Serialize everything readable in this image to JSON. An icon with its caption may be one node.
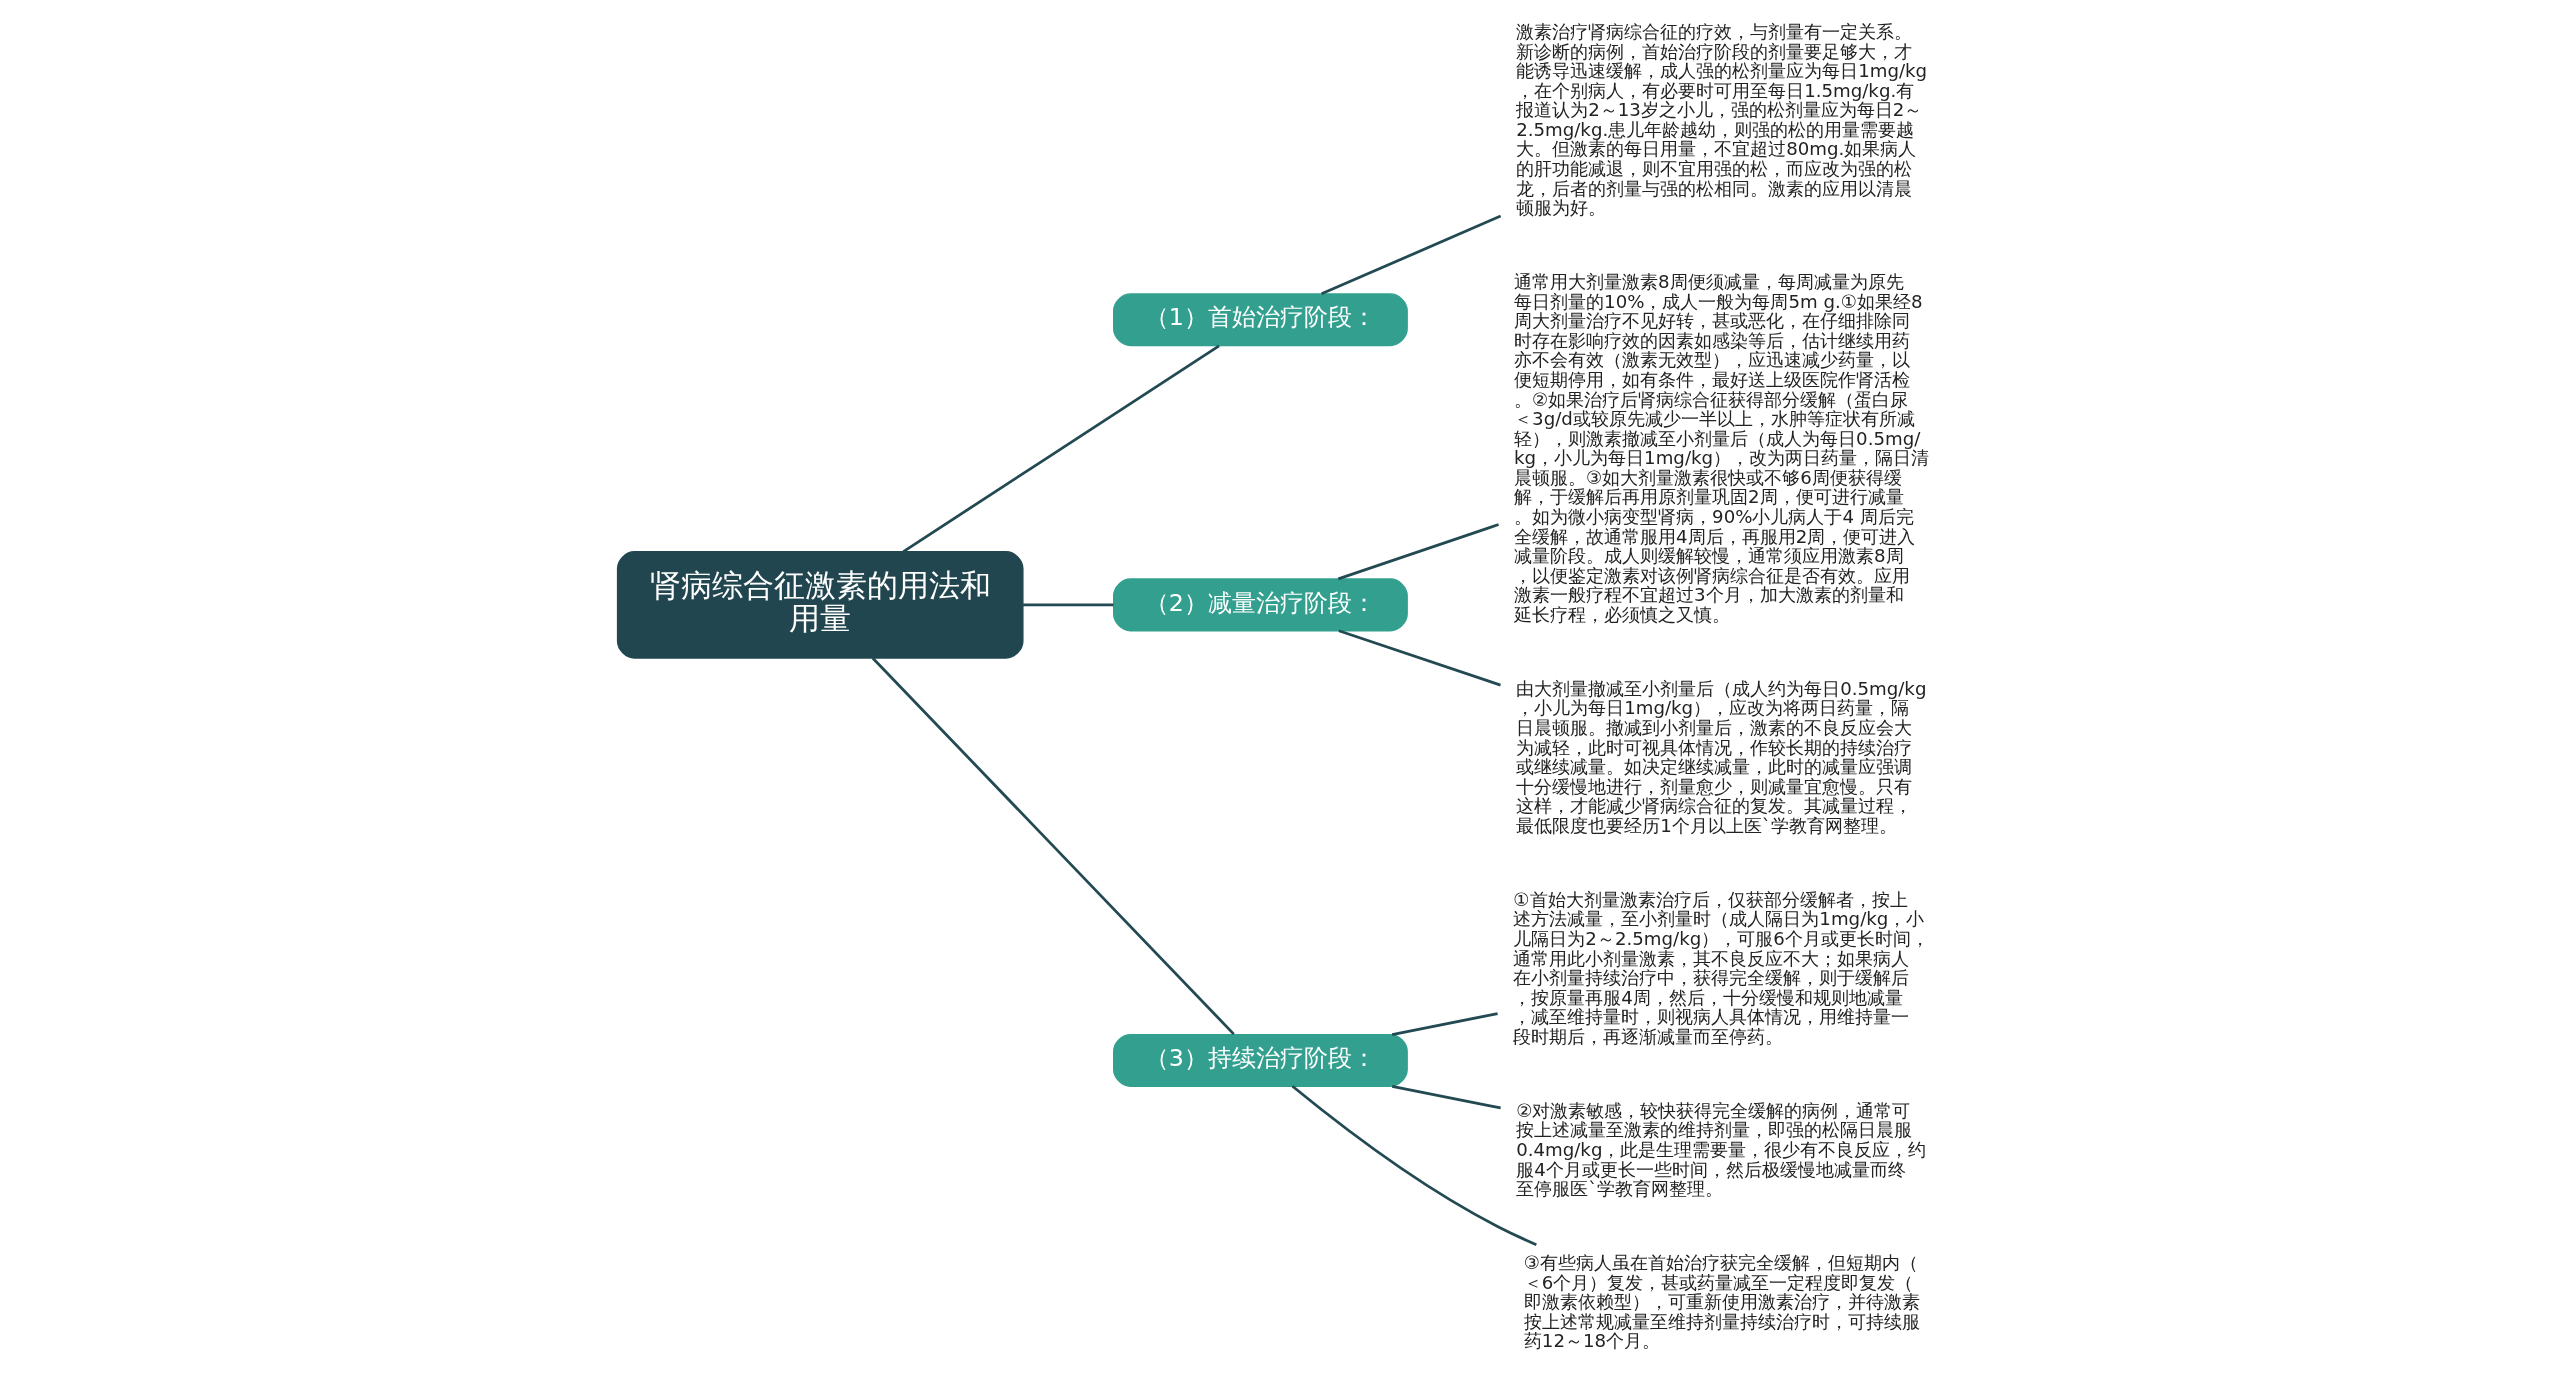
{
  "diagram": {
    "nodes": [
      {
        "text": [
          "肾病综合征激素的用法和用量"
        ]
      },
      {
        "text": [
          "（1）首始治疗阶段："
        ]
      },
      {
        "text": [
          "激素治疗肾病综合征的疗效，与剂量有一定关系。新诊断的病例，首始治疗阶段的剂量要足够大，才能诱导迅速缓解，成人强的松剂量应为每日1mg/kg，在个别病人，有必要时可用至每日1.5mg/kg.有报道认为2～13岁之小儿，强的松剂量应为每日2～2.5mg/kg.患儿年龄越幼，则强的松的用量需要越大。但激素的每日用量，不宜超过80mg.如果病人的肝功能减退，则不宜用强的松，而应改为强的松龙，后者的剂量与强的松相同。激素的应用以清晨顿服为好。"
        ]
      },
      {
        "text": [
          "（2）减量治疗阶段："
        ]
      },
      {
        "text": [
          "通常用大剂量激素8周便须减量，每周减量为原先每日剂量的10%，成人一般为每周5m g.①如果经8周大剂量治疗不见好转，甚或恶化，在仔细排除同时存在影响疗效的因素如感染等后，估计继续用药亦不会有效（激素无效型），应迅速减少药量，以便短期停用，如有条件，最好送上级医院作肾活检。②如果治疗后肾病综合征获得部分缓解（蛋白尿＜3g/d或较原先减少一半以上，水肿等症状有所减轻），则激素撤减至小剂量后（成人为每日0.5mg/kg，小儿为每日1mg/kg），改为两日药量，隔日清晨顿服。③如大剂量激素很快或不够6周便获得缓解，于缓解后再用原剂量巩固2周，便可进行减量。如为微小病变型肾病，90%小儿病人于4 周后完全缓解，故通常服用4周后，再服用2周，便可进入减量阶段。成人则缓解较慢，通常须应用激素8周，以便鉴定激素对该例肾病综合征是否有效。应用激素一般疗程不宜超过3个月，加大激素的剂量和延长疗程，必须慎之又慎。"
        ]
      },
      {
        "text": [
          "由大剂量撤减至小剂量后（成人约为每日0.5mg/kg ，小儿为每日1mg/kg），应改为将两日药量，隔日晨顿服。撤减到小剂量后，激素的不良反应会大为减轻，此时可视具体情况，作较长期的持续治疗或继续减量。如决定继续减量，此时的减量应强调十分缓慢地进行，剂量愈少，则减量宜愈慢。只有这样，才能减少肾病综合征的复发。其减量过程，最低限度也要经历1个月以上医`学教育网整理。"
        ]
      },
      {
        "text": [
          "（3）持续治疗阶段："
        ]
      },
      {
        "text": [
          "①首始大剂量激素治疗后，仅获部分缓解者，按上述方法减量，至小剂量时（成人隔日为1mg/kg，小儿隔日为2～2.5mg/kg），可服6个月或更长时间，通常用此小剂量激素，其不良反应不大；如果病人在小剂量持续治疗中，获得完全缓解，则于缓解后，按原量再服4周，然后，十分缓慢和规则地减量，减至维持量时，则视病人具体情况，用维持量一段时期后，再逐渐减量而至停药。"
        ]
      },
      {
        "text": [
          "②对激素敏感，较快获得完全缓解的病例，通常可按上述减量至激素的维持剂量，即强的松隔日晨服0.4mg/kg，此是生理需要量，很少有不良反应，约服4个月或更长一些时间，然后极缓慢地减量而终至停服医`学教育网整理。"
        ]
      },
      {
        "text": [
          "③有些病人虽在首始治疗获完全缓解，但短期内（＜6个月）复发，甚或药量减至一定程度即复发（即激素依赖型），可重新使用激素治疗，并待激素按上述常规减量至维持剂量持续治疗时，可持续服药12～18个月。"
        ]
      }
    ],
    "edges": [
      {
        "from": 0,
        "to": 1,
        "arrow": "none"
      },
      {
        "from": 1,
        "to": 2,
        "arrow": "none"
      },
      {
        "from": 0,
        "to": 3,
        "arrow": "none"
      },
      {
        "from": 3,
        "to": 4,
        "arrow": "none"
      },
      {
        "from": 3,
        "to": 5,
        "arrow": "none"
      },
      {
        "from": 0,
        "to": 6,
        "arrow": "none"
      },
      {
        "from": 6,
        "to": 7,
        "arrow": "none"
      },
      {
        "from": 6,
        "to": 8,
        "arrow": "none"
      },
      {
        "from": 6,
        "to": 9,
        "arrow": "none"
      }
    ]
  }
}
